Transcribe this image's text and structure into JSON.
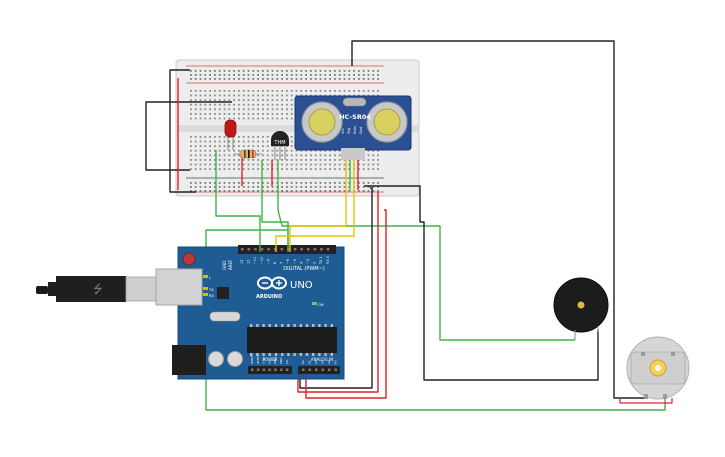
{
  "board": {
    "brand": "ARDUINO",
    "model": "UNO",
    "digital_label": "DIGITAL (PWM~)",
    "power_label": "POWER",
    "analog_label": "ANALOG IN",
    "aref": "AREF",
    "gnd": "GND",
    "tx": "TX",
    "rx": "RX",
    "on": "ON",
    "l": "L",
    "digital_pins": [
      "13",
      "12",
      "~11",
      "~10",
      "~9",
      "8",
      "7",
      "~6",
      "~5",
      "4",
      "~3",
      "2",
      "TX 1",
      "RX 0"
    ],
    "power_pins": [
      "IOREF",
      "RESET",
      "3.3V",
      "5V",
      "GND",
      "GND",
      "Vin"
    ],
    "analog_pins": [
      "A0",
      "A1",
      "A2",
      "A3",
      "A4",
      "A5"
    ]
  },
  "sensor": {
    "name": "HC-SR04",
    "pins": [
      "Vcc",
      "Trig",
      "Echo",
      "Gnd"
    ]
  },
  "thermistor": {
    "label": "THM"
  },
  "colors": {
    "wire_black": "#222222",
    "wire_red": "#e0202a",
    "wire_green": "#3fb44a",
    "wire_yellow": "#e8c400",
    "board_blue": "#1f5c93",
    "sensor_blue": "#2a4f93",
    "breadboard": "#ececec"
  }
}
